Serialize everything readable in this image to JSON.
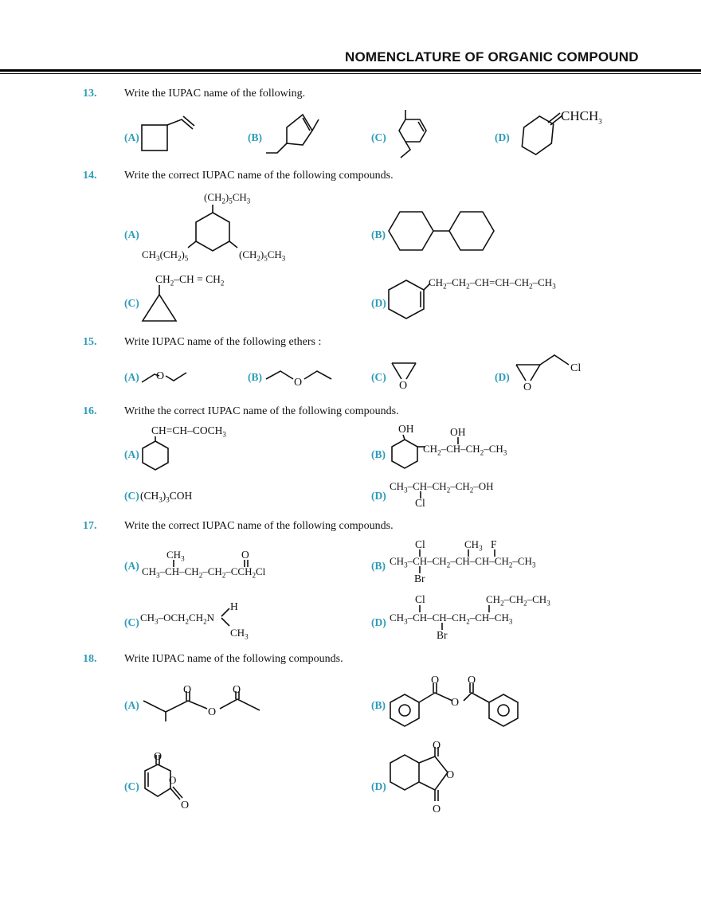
{
  "header": {
    "title": "NOMENCLATURE OF ORGANIC COMPOUND"
  },
  "questions": [
    {
      "number": "13.",
      "text": "Write the IUPAC name of the following.",
      "options": [
        "(A)",
        "(B)",
        "(C)",
        "(D)"
      ],
      "d_label": "CHCH3"
    },
    {
      "number": "14.",
      "text": "Write the correct IUPAC name of the following compounds.",
      "options": [
        "(A)",
        "(B)",
        "(C)",
        "(D)"
      ],
      "a_top": "(CH2)5CH3",
      "a_left": "CH3(CH2)5",
      "a_right": "(CH2)5CH3",
      "c_label": "CH2–CH = CH2",
      "d_label": "CH2–CH2–CH=CH–CH2–CH3"
    },
    {
      "number": "15.",
      "text": "Write IUPAC name of the following ethers :",
      "options": [
        "(A)",
        "(B)",
        "(C)",
        "(D)"
      ],
      "o": "O",
      "cl": "Cl"
    },
    {
      "number": "16.",
      "text": "Writhe the correct IUPAC name of the following compounds.",
      "options": [
        "(A)",
        "(B)",
        "(C)",
        "(D)"
      ],
      "a_label": "CH=CH–COCH3",
      "b_oh": "OH",
      "b_chain": "CH2–CH–CH2–CH3",
      "c_formula": "(CH3)3COH",
      "d_chain": "CH3–CH–CH2–CH2–OH",
      "d_sub": "Cl"
    },
    {
      "number": "17.",
      "text": "Write the correct IUPAC name of the following compounds.",
      "options": [
        "(A)",
        "(B)",
        "(C)",
        "(D)"
      ],
      "a_chain": "CH3–CH–CH2–CH2–CCH2Cl",
      "a_top_ch3": "CH3",
      "a_top_o": "O",
      "b_chain": "CH3–CH–CH2–CH–CH–CH2–CH3",
      "b_cl": "Cl",
      "b_ch3": "CH3",
      "b_f": "F",
      "b_br": "Br",
      "c_chain": "CH3–OCH2CH2N",
      "c_h": "H",
      "c_ch3": "CH3",
      "d_chain": "CH3–CH–CH–CH2–CH–CH3",
      "d_cl": "Cl",
      "d_br": "Br",
      "d_top": "CH2–CH2–CH3"
    },
    {
      "number": "18.",
      "text": "Write IUPAC name of the following compounds.",
      "options": [
        "(A)",
        "(B)",
        "(C)",
        "(D)"
      ],
      "o": "O"
    }
  ]
}
